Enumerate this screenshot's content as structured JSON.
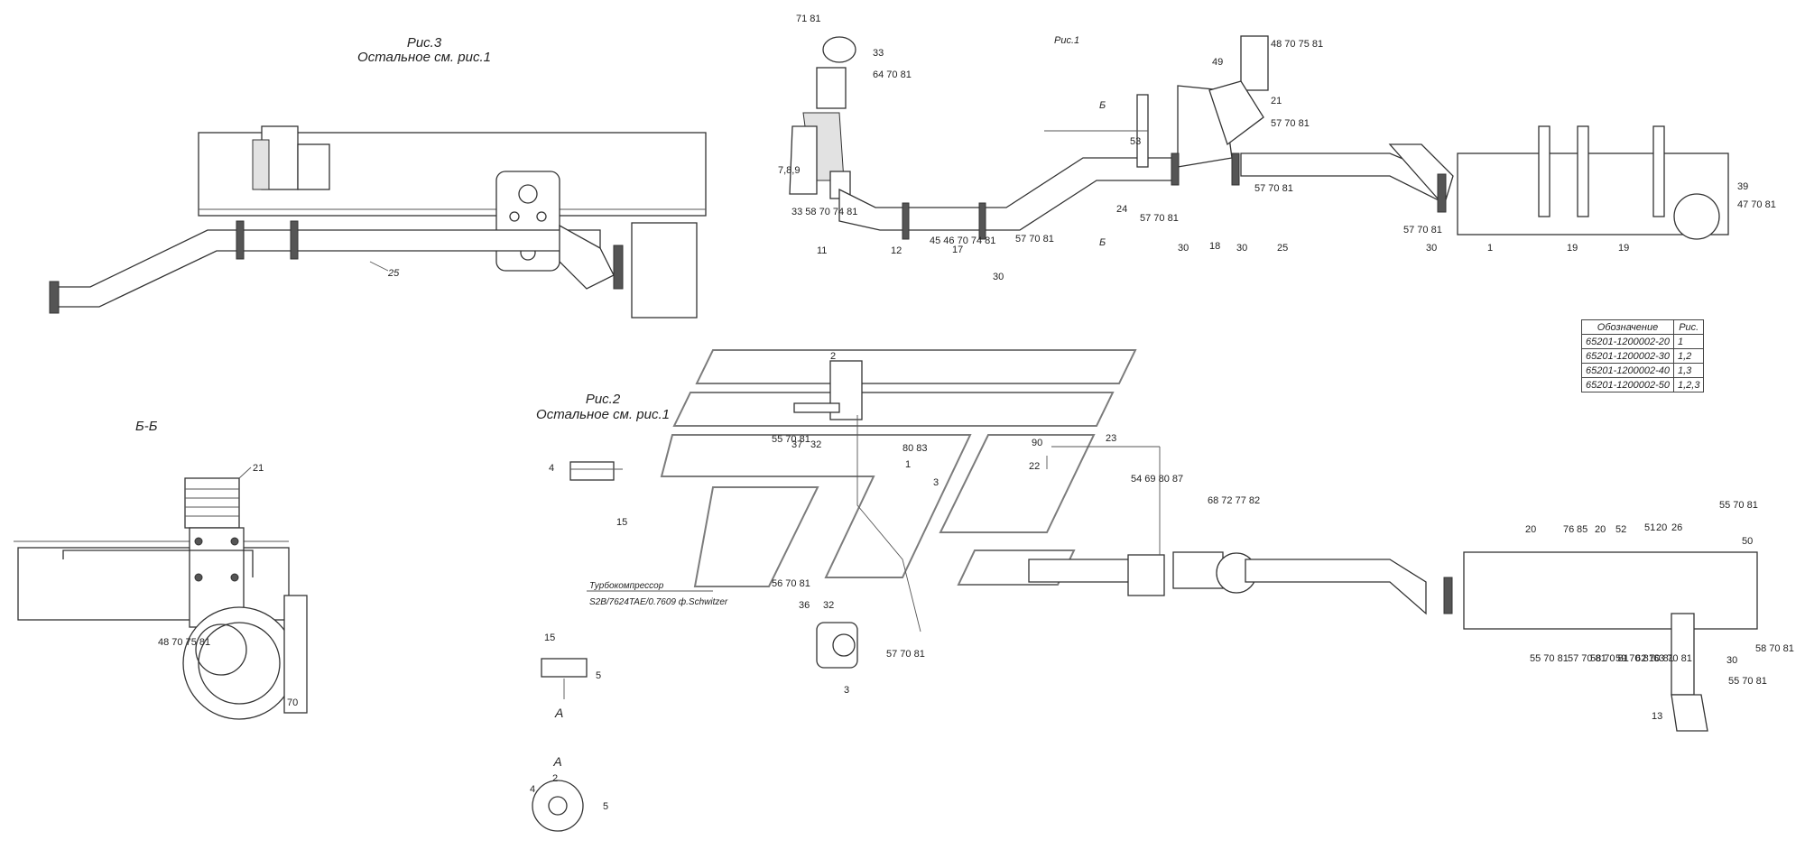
{
  "figures": {
    "fig1": "Рис.1",
    "fig2": "Рис.2",
    "fig2_note": "Остальное см. рис.1",
    "fig3": "Рис.3",
    "fig3_note": "Остальное см. рис.1",
    "section": "Б-Б",
    "view_a": "А",
    "section_mark": "Б"
  },
  "turbo_note": {
    "line1": "Турбокомпрессор",
    "line2": "S2B/7624TAE/0.7609 ф.Schwitzer"
  },
  "table": {
    "headers": [
      "Обозначение",
      "Рис."
    ],
    "rows": [
      [
        "65201-1200002-20",
        "1"
      ],
      [
        "65201-1200002-30",
        "1,2"
      ],
      [
        "65201-1200002-40",
        "1,3"
      ],
      [
        "65201-1200002-50",
        "1,2,3"
      ]
    ]
  },
  "callouts": [
    "71 81",
    "33",
    "64 70 81",
    "7,8,9",
    "33 58 70 74 81",
    "11",
    "12",
    "45 46 70 74 81",
    "17",
    "30",
    "57 70 81",
    "24",
    "57 70 81",
    "49",
    "48 70 75 81",
    "21",
    "57 70 81",
    "53",
    "18",
    "30",
    "30",
    "57 70 81",
    "25",
    "57 70 81",
    "30",
    "1",
    "19",
    "19",
    "39",
    "47 70 81",
    "25",
    "21",
    "48 70 75 81",
    "70",
    "4",
    "15",
    "15",
    "5",
    "2",
    "55 70 81",
    "37",
    "32",
    "56 70 81",
    "36",
    "32",
    "3",
    "57 70 81",
    "90",
    "22",
    "23",
    "54 69 80 87",
    "68 72 77 82",
    "20",
    "76",
    "85",
    "20",
    "52",
    "51",
    "20",
    "26",
    "55 70 81",
    "50",
    "55 70 81",
    "57 70 81",
    "58 70 81",
    "59 70 81",
    "62 70 81",
    "63 70 81",
    "30",
    "55 70 81",
    "58 70 81",
    "13",
    "80 83",
    "1",
    "3",
    "5",
    "4",
    "2"
  ]
}
